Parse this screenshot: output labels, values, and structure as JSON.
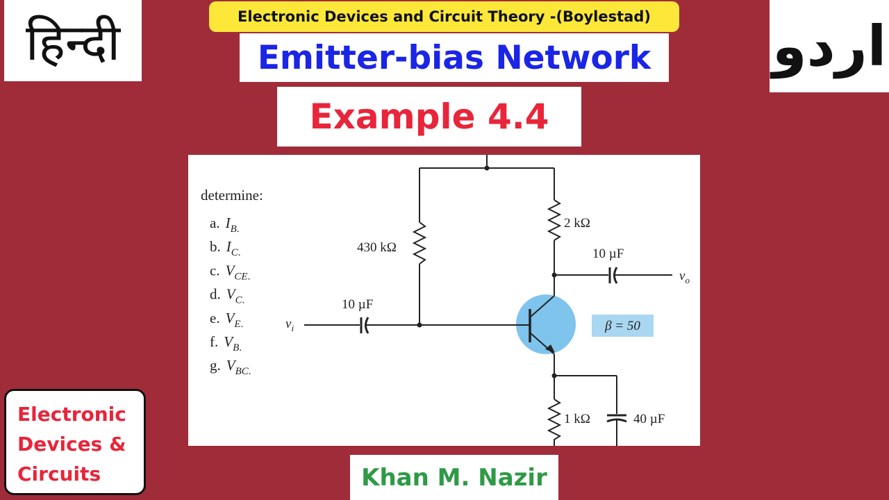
{
  "header": {
    "course": "Electronic Devices and Circuit Theory -(Boylestad)",
    "topic": "Emitter-bias Network",
    "example": "Example 4.4"
  },
  "language_badges": {
    "hindi": "हिन्दी",
    "urdu": "اردو"
  },
  "logo": {
    "line1": "Electronic",
    "line2": "Devices &",
    "line3": "Circuits"
  },
  "author": "Khan M. Nazir",
  "problem": {
    "prompt": "determine:",
    "items": [
      {
        "letter": "a.",
        "symbol": "I",
        "sub": "B"
      },
      {
        "letter": "b.",
        "symbol": "I",
        "sub": "C"
      },
      {
        "letter": "c.",
        "symbol": "V",
        "sub": "CE"
      },
      {
        "letter": "d.",
        "symbol": "V",
        "sub": "C"
      },
      {
        "letter": "e.",
        "symbol": "V",
        "sub": "E"
      },
      {
        "letter": "f.",
        "symbol": "V",
        "sub": "B"
      },
      {
        "letter": "g.",
        "symbol": "V",
        "sub": "BC"
      }
    ]
  },
  "circuit": {
    "rb": "430 kΩ",
    "rc": "2 kΩ",
    "re": "1 kΩ",
    "c_in": "10 µF",
    "c_out": "10 µF",
    "c_e": "40 µF",
    "beta": "β = 50",
    "vi": "v",
    "vi_sub": "i",
    "vo": "v",
    "vo_sub": "o"
  },
  "colors": {
    "background": "#a02c3a",
    "banner": "#fde83a",
    "topic": "#1b25e6",
    "example": "#e8253a",
    "author": "#2e9a46",
    "transistor_highlight": "#7fc4ec",
    "beta_box": "#a9d6f1"
  }
}
